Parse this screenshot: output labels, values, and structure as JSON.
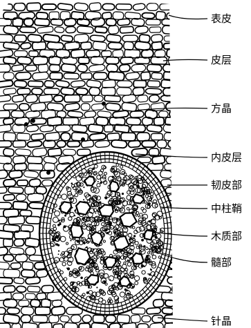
{
  "labels": [
    {
      "key": "epidermis",
      "text": "表皮"
    },
    {
      "key": "cortex",
      "text": "皮层"
    },
    {
      "key": "square_crystal",
      "text": "方晶"
    },
    {
      "key": "endodermis",
      "text": "内皮层"
    },
    {
      "key": "phloem",
      "text": "韧皮部"
    },
    {
      "key": "pericycle",
      "text": "中柱鞘"
    },
    {
      "key": "xylem",
      "text": "木质部"
    },
    {
      "key": "pith",
      "text": "髓部"
    },
    {
      "key": "needle_crystal",
      "text": "针晶"
    }
  ]
}
